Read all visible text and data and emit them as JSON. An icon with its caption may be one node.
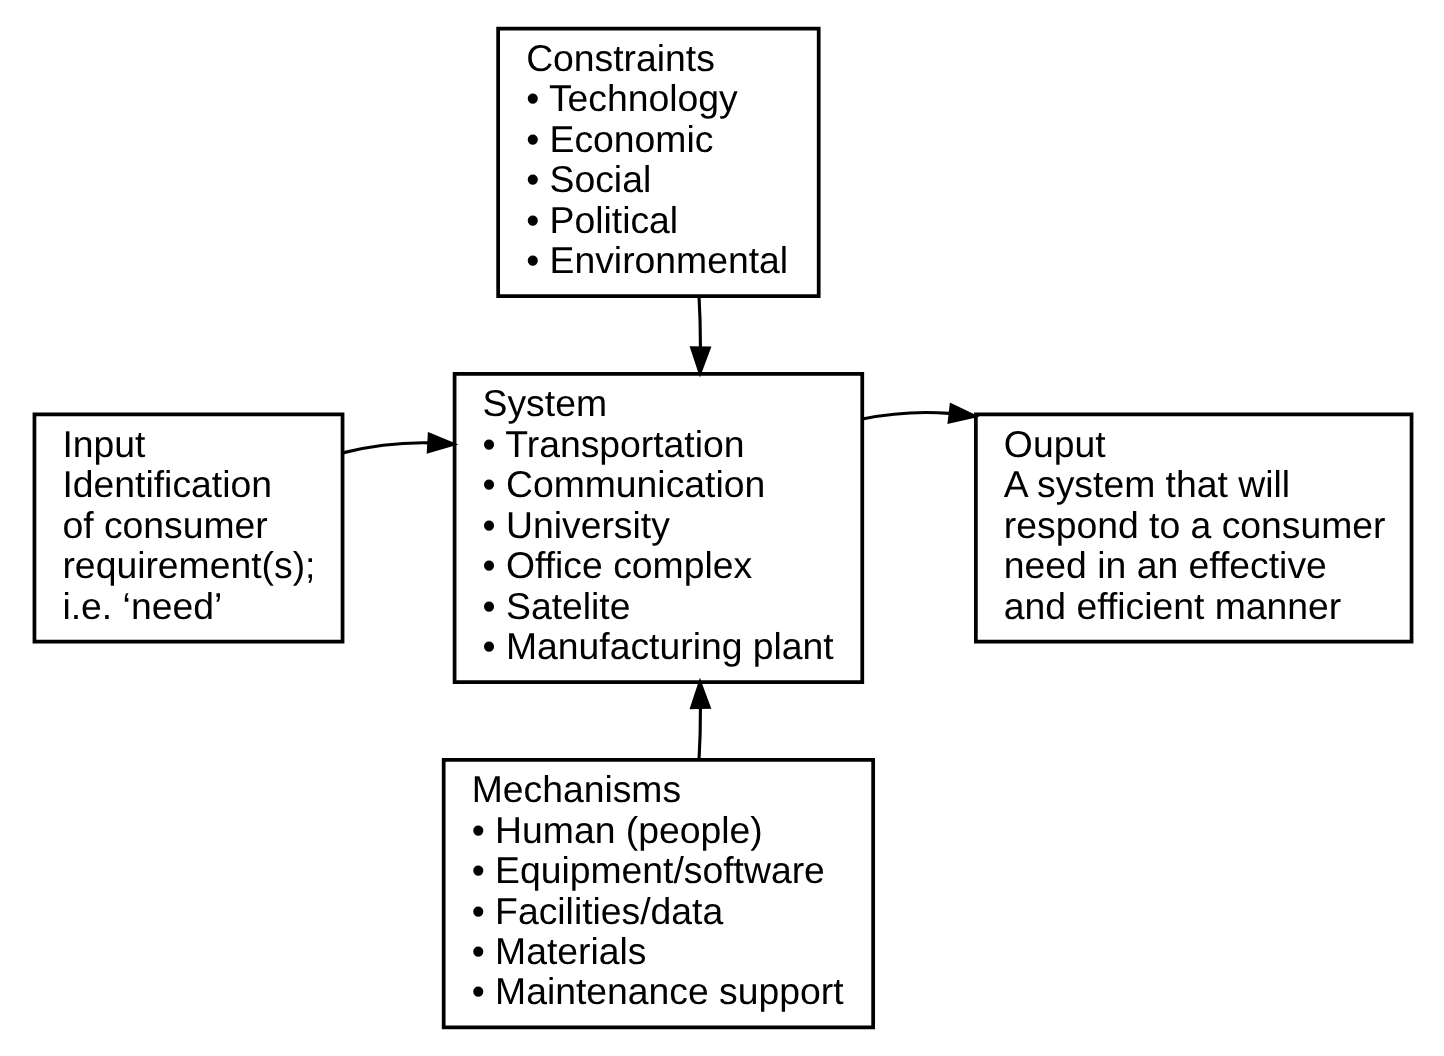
{
  "diagram": {
    "nodes": [
      {
        "text": [
          "Constraints",
          "• Technology",
          "• Economic",
          "• Social",
          "• Political",
          "• Environmental"
        ]
      },
      {
        "text": [
          "Input",
          "Identification of consumer requirement(s); i.e. ‘need’"
        ]
      },
      {
        "text": [
          "System",
          "• Transportation",
          "• Communication",
          "• University",
          "• Office complex",
          "• Satelite",
          "• Manufacturing plant"
        ]
      },
      {
        "text": [
          "Ouput",
          "A system that will respond to a consumer need in an effective and efficient manner"
        ]
      },
      {
        "text": [
          "Mechanisms",
          "• Human (people)",
          "• Equipment/software",
          "• Facilities/data",
          "• Materials",
          "• Maintenance support"
        ]
      }
    ],
    "edges": [
      {
        "from": 0,
        "to": 2,
        "arrow": "to"
      },
      {
        "from": 1,
        "to": 2,
        "arrow": "to"
      },
      {
        "from": 2,
        "to": 3,
        "arrow": "to"
      },
      {
        "from": 4,
        "to": 2,
        "arrow": "to"
      }
    ]
  }
}
